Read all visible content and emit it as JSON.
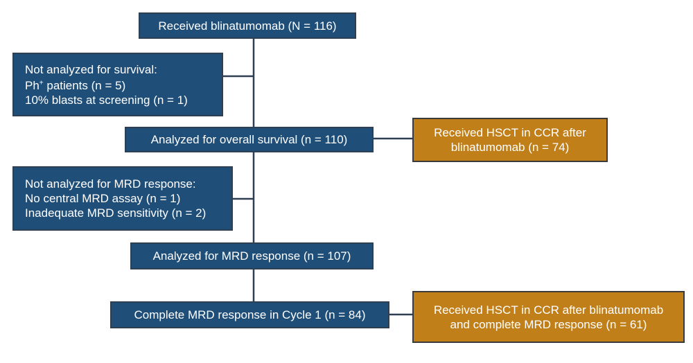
{
  "flowchart": {
    "received": "Received blinatumomab (N = 116)",
    "excluded_survival": {
      "heading": "Not analyzed for survival:",
      "ph_prefix": "Ph",
      "ph_sup": "+",
      "ph_suffix": " patients (n = 5)",
      "blasts": "10% blasts at screening (n = 1)"
    },
    "analyzed_survival": "Analyzed for overall survival (n = 110)",
    "hsct_after": {
      "line1": "Received HSCT in CCR after",
      "line2": "blinatumomab (n = 74)"
    },
    "excluded_mrd": {
      "heading": "Not analyzed for MRD response:",
      "line1": "No central MRD assay (n = 1)",
      "line2": "Inadequate MRD sensitivity (n = 2)"
    },
    "analyzed_mrd": "Analyzed for MRD response (n = 107)",
    "complete_mrd": "Complete MRD response in Cycle 1 (n = 84)",
    "hsct_mrd": {
      "line1": "Received HSCT in CCR after blinatumomab",
      "line2": "and complete MRD response (n = 61)"
    }
  },
  "colors": {
    "blue_box": "#1f4e79",
    "gold_box": "#c17f1a",
    "connector": "#2f3f52"
  }
}
